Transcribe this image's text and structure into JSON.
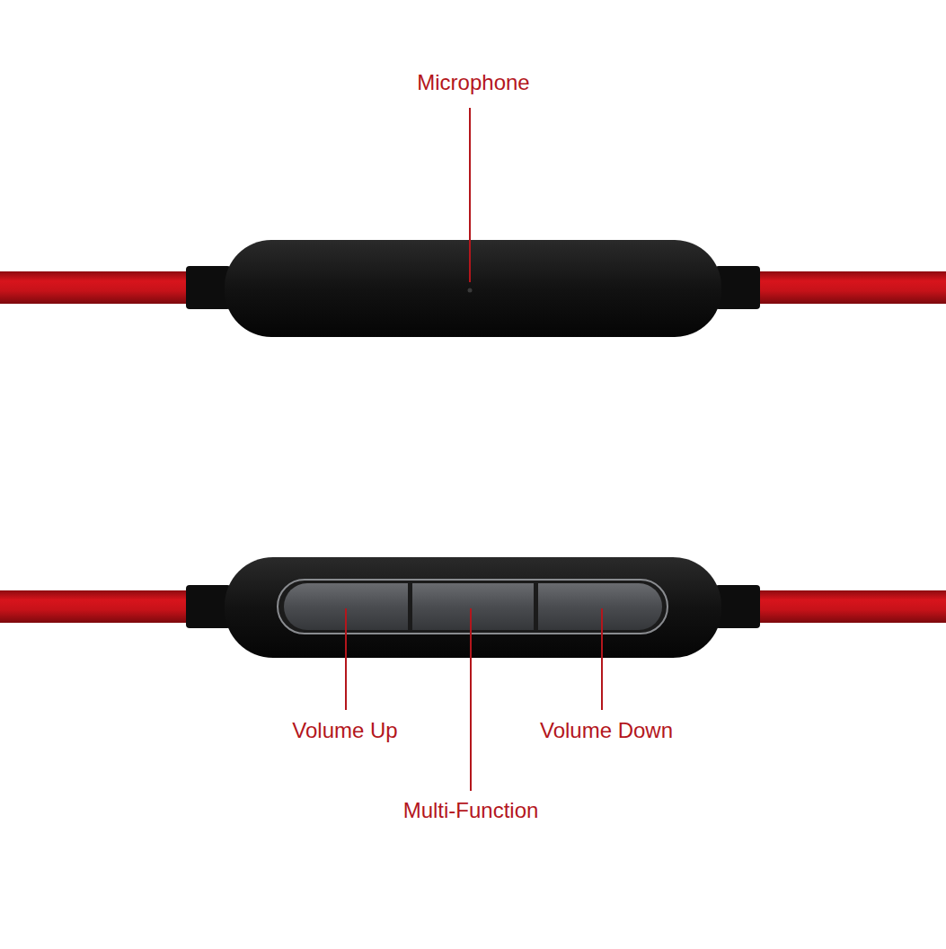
{
  "diagram": {
    "labels": [
      "Microphone",
      "Volume Up",
      "Multi-Function",
      "Volume Down"
    ]
  }
}
